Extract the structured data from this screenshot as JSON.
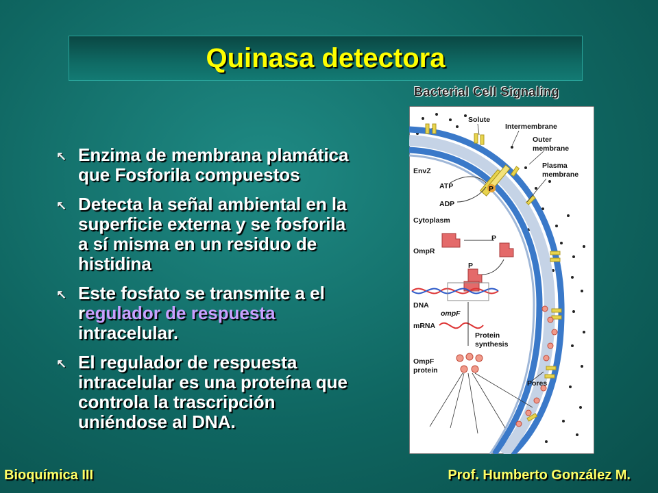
{
  "slide": {
    "title": "Quinasa detectora",
    "bullets": [
      {
        "text": "Enzima de membrana plamática que Fosforila compuestos"
      },
      {
        "text": "Detecta la señal ambiental en la superficie externa y se fosforila a sí misma en un residuo de histidina"
      },
      {
        "before": "Este fosfato se transmite a el r",
        "highlight": "egulador de respuesta",
        "after": " intracelular."
      },
      {
        "text": "El regulador de respuesta intracelular es una proteína que controla la trascripción uniéndose al DNA."
      }
    ],
    "footer_left": "Bioquímica III",
    "footer_right": "Prof. Humberto González M."
  },
  "figure": {
    "title": "Bacterial Cell Signaling",
    "labels": {
      "solute": "Solute",
      "intermembrane": "Intermembrane",
      "outer1": "Outer",
      "outer2": "membrane",
      "plasma1": "Plasma",
      "plasma2": "membrane",
      "envz": "EnvZ",
      "atp": "ATP",
      "adp": "ADP",
      "cytoplasm": "Cytoplasm",
      "ompr": "OmpR",
      "dna": "DNA",
      "ompf_gene": "ompF",
      "mrna": "mRNA",
      "protein1": "Protein",
      "protein2": "synthesis",
      "ompf1": "OmpF",
      "ompf2": "protein",
      "pores": "Pores",
      "p": "P"
    },
    "colors": {
      "outer_membrane": "#3a79c9",
      "plasma_membrane": "#3a79c9",
      "intermembrane_space": "#c5d3e6",
      "envz": "#e8d44d",
      "ompr": "#e46a6a",
      "porin": "#e8d44d",
      "dna_red": "#d33",
      "dna_blue": "#2a58c8"
    }
  }
}
